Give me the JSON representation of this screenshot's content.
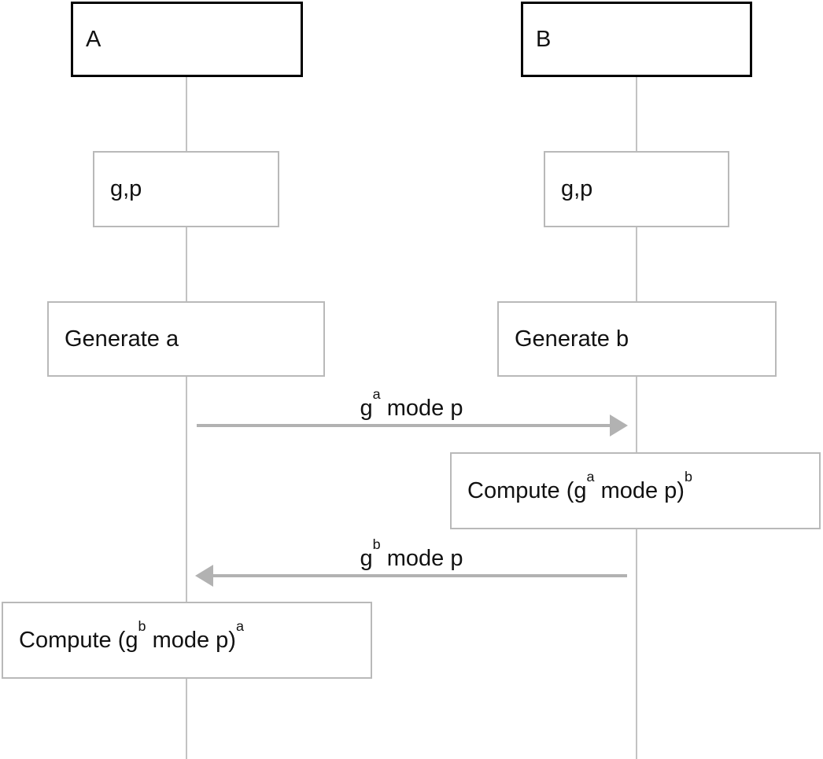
{
  "diagram": {
    "participants": {
      "a": {
        "label": "A"
      },
      "b": {
        "label": "B"
      }
    },
    "steps": {
      "gp_a": {
        "label": "g,p"
      },
      "gp_b": {
        "label": "g,p"
      },
      "generate_a": {
        "label": "Generate a"
      },
      "generate_b": {
        "label": "Generate b"
      },
      "compute_b": {
        "pre": "Compute (g",
        "sup1": "a",
        "mid": " mode p)",
        "sup2": "b"
      },
      "compute_a": {
        "pre": "Compute (g",
        "sup1": "b",
        "mid": " mode p)",
        "sup2": "a"
      }
    },
    "messages": {
      "a_to_b": {
        "base": "g",
        "sup": "a",
        "rest": " mode p"
      },
      "b_to_a": {
        "base": "g",
        "sup": "b",
        "rest": " mode p"
      }
    }
  },
  "colors": {
    "participant_border": "#000000",
    "step_border": "#b9b9b9",
    "lifeline": "#c3c3c3",
    "arrow": "#b2b2b2",
    "text": "#111111",
    "background": "#ffffff"
  }
}
